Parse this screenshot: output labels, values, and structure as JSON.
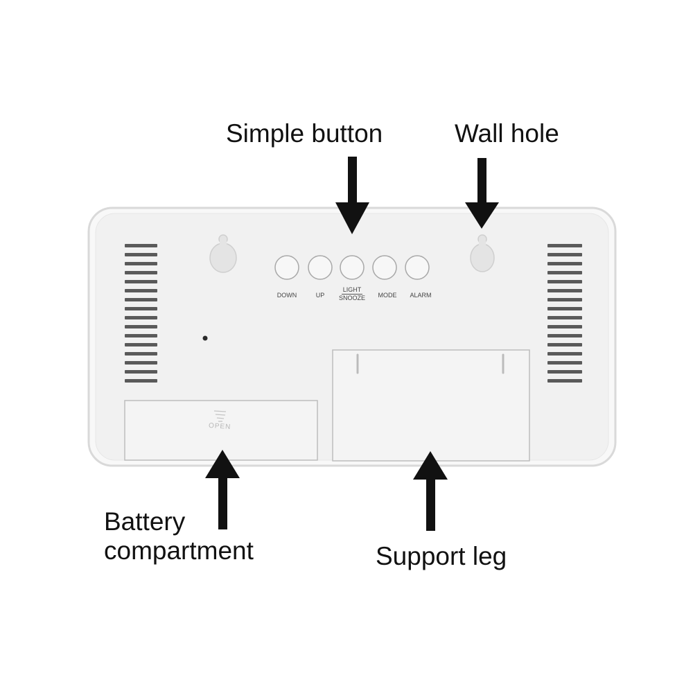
{
  "callouts": {
    "simple_button": "Simple button",
    "wall_hole": "Wall hole",
    "battery_line1": "Battery",
    "battery_line2": "compartment",
    "support_leg": "Support leg"
  },
  "buttons": [
    {
      "label": "DOWN"
    },
    {
      "label": "UP"
    },
    {
      "label_top": "LIGHT",
      "label_bottom": "SNOOZE"
    },
    {
      "label": "MODE"
    },
    {
      "label": "ALARM"
    }
  ],
  "battery_cover_text": "OPEN",
  "colors": {
    "background": "#ffffff",
    "device_body": "#f2f2f2",
    "device_edge": "#dcdcdc",
    "arrow": "#111111",
    "vent": "#5a5a5a"
  }
}
